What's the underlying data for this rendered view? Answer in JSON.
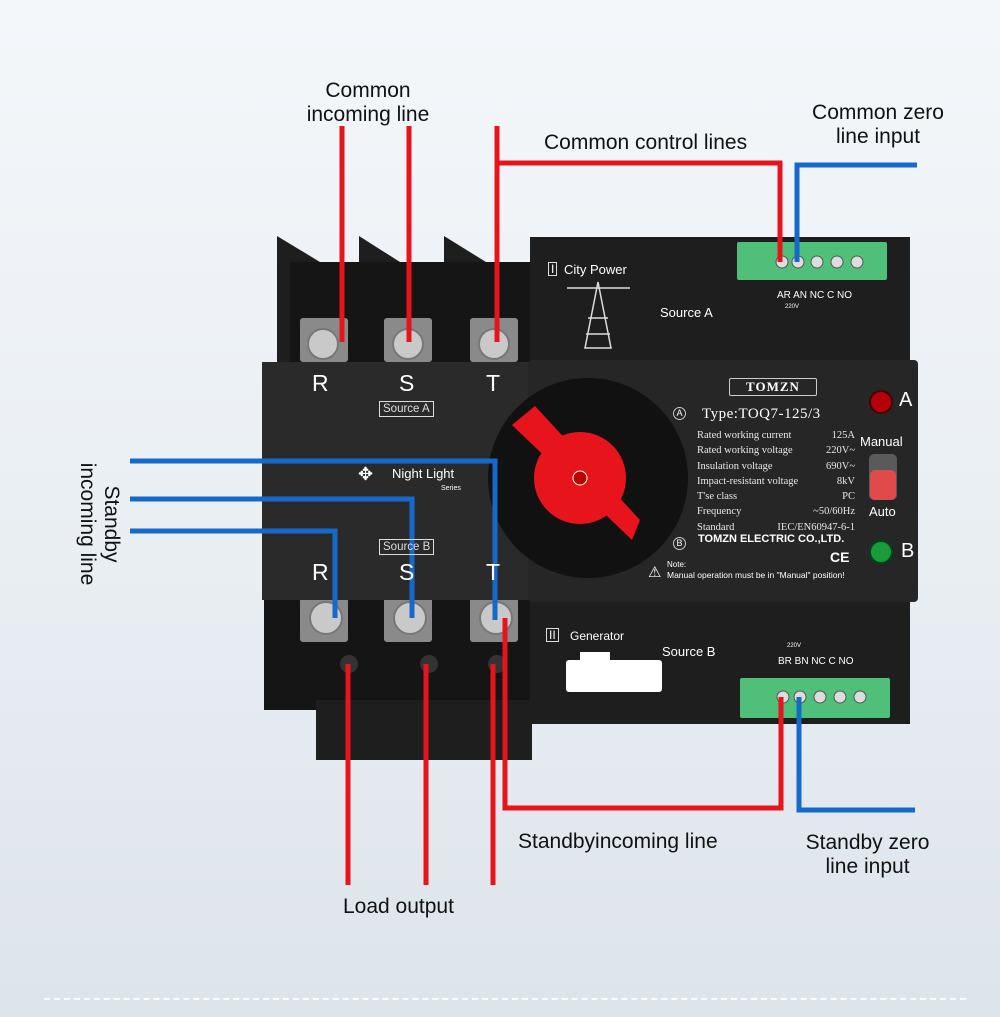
{
  "labels": {
    "common_incoming": [
      "Common",
      "incoming line"
    ],
    "common_control": "Common control lines",
    "common_zero": [
      "Common zero",
      "line input"
    ],
    "standby_incoming_vertical": [
      "Standby",
      "incoming line"
    ],
    "standby_incoming_bottom": "Standbyincoming line",
    "standby_zero": [
      "Standby zero",
      "line input"
    ],
    "load_output": "Load output"
  },
  "device": {
    "brand": "TOMZN",
    "type": "Type:TOQ7-125/3",
    "specs": [
      {
        "name": "Rated working current",
        "value": "125A"
      },
      {
        "name": "Rated working voltage",
        "value": "220V~"
      },
      {
        "name": "Insulation voltage",
        "value": "690V~"
      },
      {
        "name": "Impact-resistant voltage",
        "value": "8kV"
      },
      {
        "name": "T'se class",
        "value": "PC"
      },
      {
        "name": "Frequency",
        "value": "~50/60Hz"
      },
      {
        "name": "Standard",
        "value": "IEC/EN60947-6-1"
      }
    ],
    "maker": "TOMZN ELECTRIC CO.,LTD.",
    "ce": "CE",
    "note_label": "Note:",
    "note": "Manual operation must be in \"Manual\" position!",
    "city_power": "City Power",
    "source_a": "Source A",
    "generator": "Generator",
    "source_b": "Source B",
    "roman_1": "I",
    "roman_2": "II",
    "top_terms": "AR AN  NC  C  NO",
    "bottom_terms": "BR BN  NC  C  NO",
    "volt": "220V",
    "phases": [
      "R",
      "S",
      "T"
    ],
    "src_a_box": "Source A",
    "src_b_box": "Source B",
    "night_light": "Night Light",
    "series": "Series",
    "indicator_a": "A",
    "indicator_b": "B",
    "manual": "Manual",
    "auto": "Auto",
    "pos_a": "A",
    "pos_b": "B"
  },
  "colors": {
    "red_wire": "#e8141b",
    "blue_wire": "#1769c9",
    "handle": "#e8141b",
    "terminal": "#4fbf7a"
  }
}
